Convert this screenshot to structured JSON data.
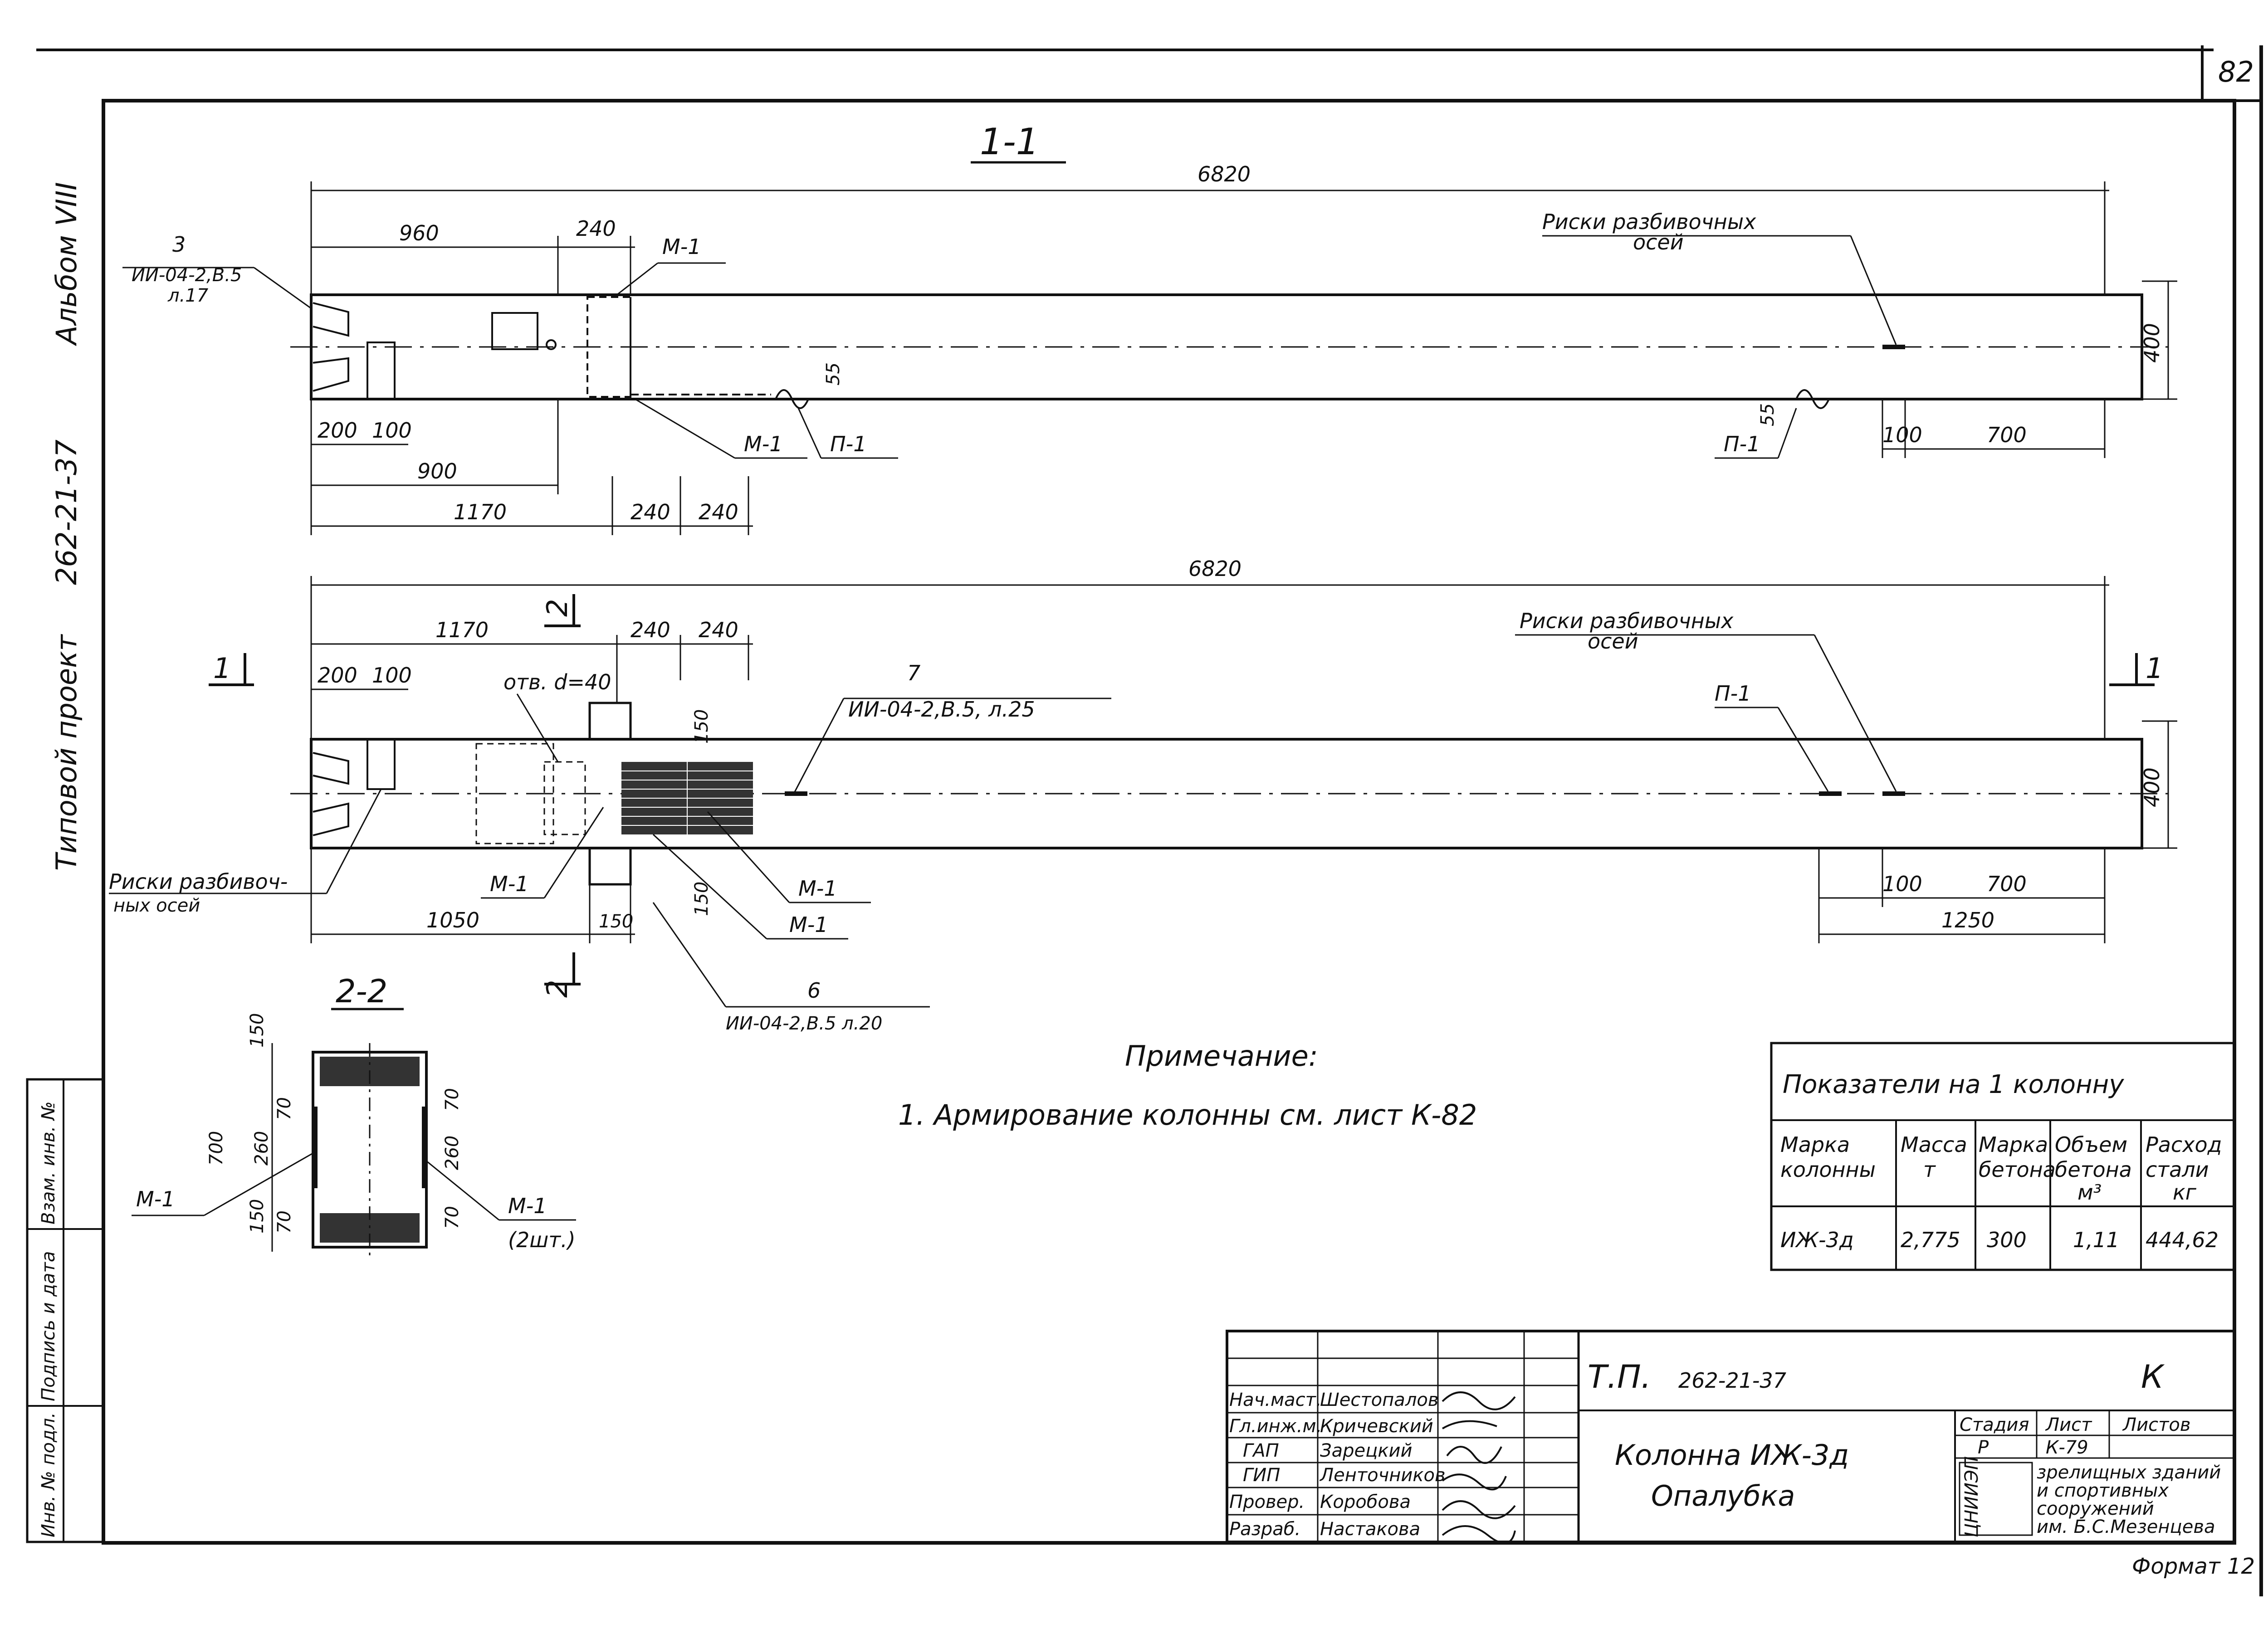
{
  "sheet_number": "82",
  "side_label": {
    "album": "Альбом VIII",
    "project_label": "Типовой проект",
    "project_code": "262-21-37"
  },
  "section_1_1": {
    "title": "1-1",
    "overall_length": "6820",
    "height": "400",
    "dims": [
      "960",
      "240",
      "200",
      "100",
      "900",
      "1170",
      "240",
      "240",
      "55",
      "55",
      "100",
      "700"
    ],
    "callout_3": {
      "number": "3",
      "ref": "ИИ-04-2,В.5",
      "sheet": "л.17"
    },
    "embedded_label": "М-1",
    "loop_label": "П-1",
    "axis_marks": {
      "line1": "Риски разбивочных",
      "line2": "осей"
    }
  },
  "plan_view": {
    "overall_length": "6820",
    "height": "400",
    "dims": [
      "1170",
      "240",
      "240",
      "200",
      "100",
      "150",
      "1050",
      "150",
      "150",
      "100",
      "700",
      "1250"
    ],
    "hole_label": "отв. d=40",
    "callout_7": {
      "number": "7",
      "ref": "ИИ-04-2,В.5, л.25"
    },
    "callout_6": {
      "number": "6",
      "ref": "ИИ-04-2,В.5 л.20"
    },
    "embedded_label": "М-1",
    "loop_label": "П-1",
    "section_mark_1": "1",
    "section_mark_2": "2",
    "axis_marks_right": {
      "line1": "Риски разбивочных",
      "line2": "осей"
    },
    "axis_marks_left": {
      "line1": "Риски разбивоч-",
      "line2": "ных осей"
    }
  },
  "section_2_2": {
    "title": "2-2",
    "dims": [
      "150",
      "700",
      "260",
      "70",
      "150",
      "70",
      "260",
      "70",
      "70"
    ],
    "label_left": "М-1",
    "label_right": "М-1",
    "label_right_qty": "(2шт.)"
  },
  "note": {
    "title": "Примечание:",
    "text": "1. Армирование колонны см. лист К-82"
  },
  "indicators_table": {
    "title": "Показатели на 1 колонну",
    "headers": [
      {
        "line1": "Марка",
        "line2": "колонны",
        "line3": ""
      },
      {
        "line1": "Масса",
        "line2": "т",
        "line3": ""
      },
      {
        "line1": "Марка",
        "line2": "бетона",
        "line3": ""
      },
      {
        "line1": "Объем",
        "line2": "бетона",
        "line3": "м³"
      },
      {
        "line1": "Расход",
        "line2": "стали",
        "line3": "кг"
      }
    ],
    "row": [
      "ИЖ-3д",
      "2,775",
      "300",
      "1,11",
      "444,62"
    ]
  },
  "title_block": {
    "project": "Т.П.",
    "project_code": "262-21-37",
    "section_letter": "К",
    "drawing_title_line1": "Колонна ИЖ-3д",
    "drawing_title_line2": "Опалубка",
    "stage_header": "Стадия",
    "sheet_header": "Лист",
    "sheets_header": "Листов",
    "stage": "Р",
    "sheet": "К-79",
    "sheets": "",
    "org_logo": "ЦНИИЭП",
    "org_line1": "зрелищных зданий",
    "org_line2": "и спортивных",
    "org_line3": "сооружений",
    "org_line4": "им. Б.С.Мезенцева",
    "staff": [
      {
        "role": "Нач.маст.",
        "name": "Шестопалов"
      },
      {
        "role": "Гл.инж.м.",
        "name": "Кричевский"
      },
      {
        "role": "ГАП",
        "name": "Зарецкий"
      },
      {
        "role": "ГИП",
        "name": "Ленточников"
      },
      {
        "role": "Провер.",
        "name": "Коробова"
      },
      {
        "role": "Разраб.",
        "name": "Настакова"
      }
    ]
  },
  "left_stamp": {
    "inv_no": "Инв. № подл.",
    "sign_date": "Подпись и дата",
    "replace": "Взам. инв. №"
  },
  "format": "Формат 12"
}
